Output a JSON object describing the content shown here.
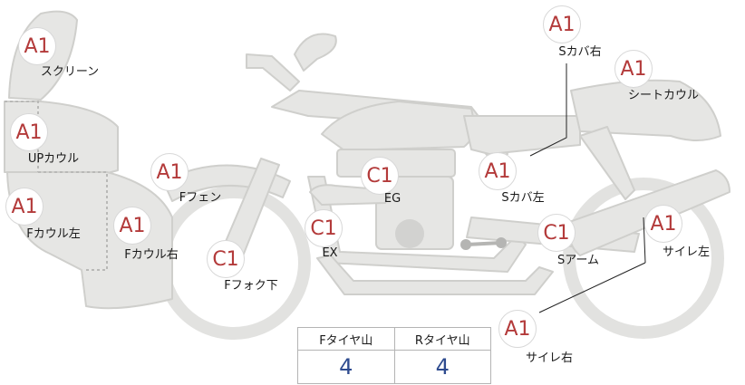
{
  "parts": [
    {
      "grade": "A1",
      "label": "スクリーン"
    },
    {
      "grade": "A1",
      "label": "UPカウル"
    },
    {
      "grade": "A1",
      "label": "Fカウル左"
    },
    {
      "grade": "A1",
      "label": "Fカウル右"
    },
    {
      "grade": "A1",
      "label": "Fフェン"
    },
    {
      "grade": "C1",
      "label": "Fフォク下"
    },
    {
      "grade": "C1",
      "label": "EX"
    },
    {
      "grade": "C1",
      "label": "EG"
    },
    {
      "grade": "A1",
      "label": "Sカバ左"
    },
    {
      "grade": "A1",
      "label": "Sカバ右"
    },
    {
      "grade": "A1",
      "label": "シートカウル"
    },
    {
      "grade": "C1",
      "label": "Sアーム"
    },
    {
      "grade": "A1",
      "label": "サイレ左"
    },
    {
      "grade": "A1",
      "label": "サイレ右"
    }
  ],
  "tire_table": {
    "headers": [
      "Fタイヤ山",
      "Rタイヤ山"
    ],
    "values": [
      "4",
      "4"
    ]
  },
  "colors": {
    "body_fill": "#e6e6e4",
    "body_stroke": "#cfcfcc",
    "grade_text": "#b33a3a",
    "value_text": "#2e4b8f"
  }
}
